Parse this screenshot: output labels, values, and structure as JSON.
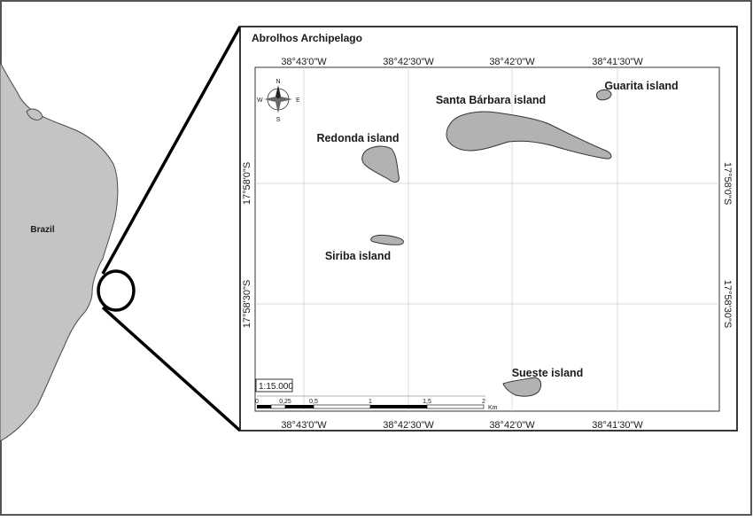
{
  "figure": {
    "country_label": "Brazil",
    "map_title": "Abrolhos Archipelago",
    "longitude_labels": [
      "38°43'0\"W",
      "38°42'30\"W",
      "38°42'0\"W",
      "38°41'30\"W"
    ],
    "latitude_labels": [
      "17°58'0\"S",
      "17°58'30\"S"
    ],
    "islands": [
      "Santa Bárbara island",
      "Guarita island",
      "Redonda island",
      "Siriba island",
      "Sueste island"
    ],
    "compass": {
      "n": "N",
      "s": "S",
      "e": "E",
      "w": "W"
    },
    "scale_ratio": "1:15.000",
    "scale_ticks": [
      "0",
      "0,25",
      "0,5",
      "1",
      "1,5",
      "2"
    ],
    "scale_unit": "Km"
  },
  "colors": {
    "land": "#c4c4c4",
    "island": "#b2b2b2",
    "outline": "#1f1f1f",
    "grid": "#cfcfcf"
  }
}
